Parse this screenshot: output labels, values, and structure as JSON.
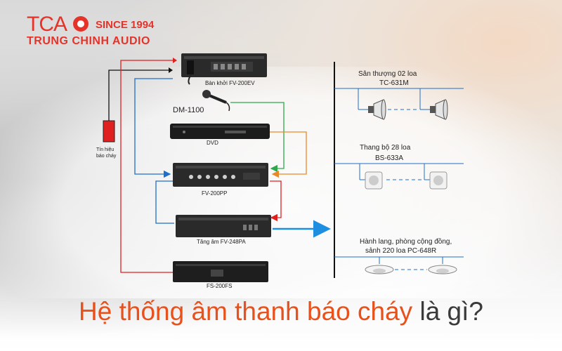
{
  "logo": {
    "brand": "TCA",
    "since": "SINCE 1994",
    "name": "TRUNG CHINH AUDIO"
  },
  "diagram": {
    "devices": {
      "console": "Bàn khởi FV-200EV",
      "mic": "DM-1100",
      "dvd": "DVD",
      "preamp": "FV-200PP",
      "amp": "Tăng âm FV-248PA",
      "fs": "FS-200FS"
    },
    "fire_signal": [
      "Tín hiệu",
      "báo cháy"
    ],
    "zones": {
      "rooftop": {
        "label": "Sân thượng   02 loa",
        "model": "TC-631M"
      },
      "stairs": {
        "label": "Thang bộ 28 loa",
        "model": "BS-633A"
      },
      "corridor": {
        "label": "Hành lang, phòng cộng đồng,",
        "label2": "sảnh 220 loa PC-648R"
      }
    }
  },
  "title": {
    "highlight": "Hệ thống âm thanh báo cháy",
    "rest": " là gì?"
  },
  "colors": {
    "brand": "#e6332a",
    "title_highlight": "#e8501c",
    "red_line": "#e02020",
    "blue_line": "#1e6fc8",
    "green_line": "#2ea84a",
    "orange_line": "#e88a2a"
  }
}
